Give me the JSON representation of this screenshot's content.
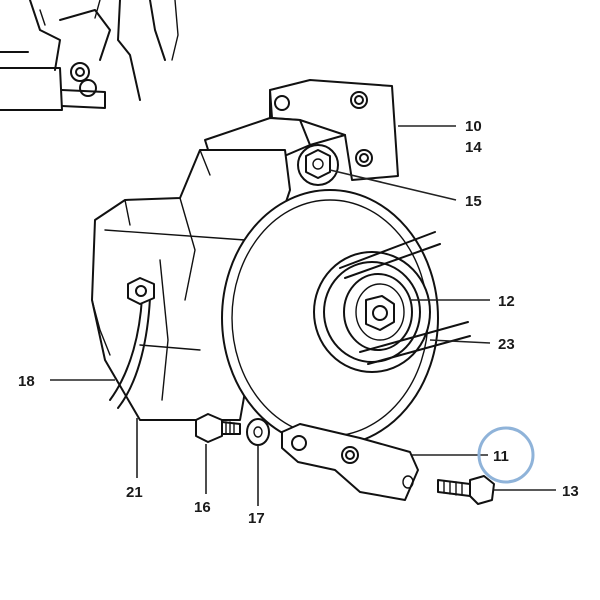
{
  "diagram": {
    "callouts": {
      "c10": "10",
      "c14": "14",
      "c15": "15",
      "c12": "12",
      "c23": "23",
      "c18": "18",
      "c11": "11",
      "c13": "13",
      "c21": "21",
      "c16": "16",
      "c17": "17"
    },
    "highlight_color": "#8fb3d9",
    "line_color": "#111111"
  }
}
